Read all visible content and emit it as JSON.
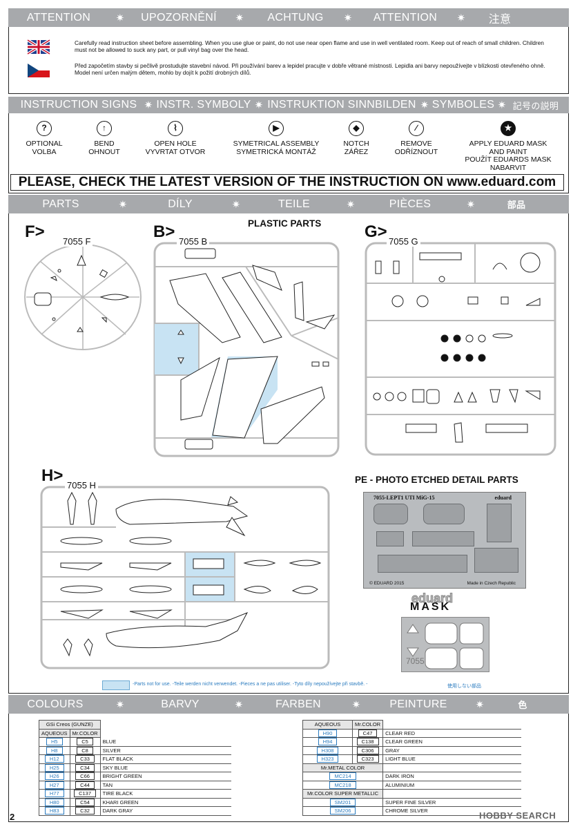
{
  "attention": {
    "labels": [
      "ATTENTION",
      "UPOZORNĚNÍ",
      "ACHTUNG",
      "ATTENTION",
      "注意"
    ],
    "star": "✷",
    "english_text": "Carefully read instruction sheet before assembling. When you use glue or paint, do not use near open flame and use in well ventilated room. Keep out of reach of small children. Children must not be allowed to suck any part, or pull vinyl bag over the head.",
    "czech_text": "Před započetím stavby si pečlivě prostudujte stavební návod. Při používání barev a lepidel pracujte v dobře větrané místnosti. Lepidla ani barvy nepoužívejte v blízkosti otevřeného ohně. Model není určen malým dětem, mohlo by dojít k požití drobných dílů."
  },
  "signs": {
    "labels": [
      "INSTRUCTION SIGNS",
      "INSTR. SYMBOLY",
      "INSTRUKTION SINNBILDEN",
      "SYMBOLES",
      "記号の説明"
    ],
    "items": [
      {
        "icon": "question-icon",
        "glyph": "?",
        "line1": "OPTIONAL",
        "line2": "VOLBA"
      },
      {
        "icon": "bend-icon",
        "glyph": "↑",
        "line1": "BEND",
        "line2": "OHNOUT"
      },
      {
        "icon": "drill-icon",
        "glyph": "⌇",
        "line1": "OPEN HOLE",
        "line2": "VYVRTAT OTVOR"
      },
      {
        "icon": "symmetric-icon",
        "glyph": "▶",
        "line1": "SYMETRICAL ASSEMBLY",
        "line2": "SYMETRICKÁ MONTÁŽ"
      },
      {
        "icon": "notch-icon",
        "glyph": "◆",
        "line1": "NOTCH",
        "line2": "ZÁŘEZ"
      },
      {
        "icon": "remove-icon",
        "glyph": "∕",
        "line1": "REMOVE",
        "line2": "ODŘÍZNOUT"
      },
      {
        "icon": "mask-star-icon",
        "glyph": "★",
        "line1": "APPLY EDUARD MASK",
        "line2": "AND PAINT",
        "line3": "POUŽÍT EDUARDS MASK",
        "line4": "NABARVIT"
      }
    ]
  },
  "check_notice": "PLEASE, CHECK THE LATEST VERSION OF THE INSTRUCTION ON www.eduard.com",
  "parts": {
    "labels": [
      "PARTS",
      "DÍLY",
      "TEILE",
      "PIÈCES",
      "部品"
    ],
    "plastic_heading": "PLASTIC PARTS",
    "sprues": {
      "F": {
        "letter": "F>",
        "code": "7055 F"
      },
      "B": {
        "letter": "B>",
        "code": "7055 B"
      },
      "G": {
        "letter": "G>",
        "code": "7055 G"
      },
      "H": {
        "letter": "H>",
        "code": "7055 H"
      }
    },
    "pe_heading": "PE - PHOTO ETCHED DETAIL PARTS",
    "pe_title": "7055-LEPT1   UTI MiG-15",
    "pe_brand": "eduard",
    "pe_copyright": "© EDUARD 2015",
    "pe_made_in": "Made in Czech Republic",
    "mask_brand": "eduard",
    "mask_word": "MASK",
    "mask_code": "7055",
    "legend_text": "-Parts not for use. -Teile werden nicht verwendet. -Pieces a ne pas utiliser. -Tyto díly nepoužívejte při stavbě. -",
    "legend_jp": "使用しない部品"
  },
  "colours": {
    "labels": [
      "COLOURS",
      "BARVY",
      "FARBEN",
      "PEINTURE",
      "色"
    ],
    "left_table": {
      "brand": "GSi Creos (GUNZE)",
      "aqueous_header": "AQUEOUS",
      "mrcolor_header": "Mr.COLOR",
      "rows": [
        {
          "aq": "H5",
          "mr": "C5",
          "name": "BLUE"
        },
        {
          "aq": "H8",
          "mr": "C8",
          "name": "SILVER"
        },
        {
          "aq": "H12",
          "mr": "C33",
          "name": "FLAT BLACK"
        },
        {
          "aq": "H25",
          "mr": "C34",
          "name": "SKY BLUE"
        },
        {
          "aq": "H26",
          "mr": "C66",
          "name": "BRIGHT GREEN"
        },
        {
          "aq": "H27",
          "mr": "C44",
          "name": "TAN"
        },
        {
          "aq": "H77",
          "mr": "C137",
          "name": "TIRE BLACK"
        },
        {
          "aq": "H80",
          "mr": "C54",
          "name": "KHARI GREEN"
        },
        {
          "aq": "H83",
          "mr": "C32",
          "name": "DARK GRAY"
        }
      ]
    },
    "right_table": {
      "aqueous_header": "AQUEOUS",
      "mrcolor_header": "Mr.COLOR",
      "rows": [
        {
          "aq": "H90",
          "mr": "C47",
          "name": "CLEAR RED"
        },
        {
          "aq": "H94",
          "mr": "C138",
          "name": "CLEAR GREEN"
        },
        {
          "aq": "H308",
          "mr": "C306",
          "name": "GRAY"
        },
        {
          "aq": "H323",
          "mr": "C323",
          "name": "LIGHT BLUE"
        }
      ],
      "metal_header": "Mr.METAL COLOR",
      "metal_rows": [
        {
          "code": "MC214",
          "name": "DARK IRON"
        },
        {
          "code": "MC218",
          "name": "ALUMINIUM"
        }
      ],
      "super_header": "Mr.COLOR SUPER METALLIC",
      "super_rows": [
        {
          "code": "SM201",
          "name": "SUPER FINE SILVER"
        },
        {
          "code": "SM206",
          "name": "CHROME SILVER"
        }
      ]
    }
  },
  "page_number": "2",
  "watermark": "HOBBY SEARCH",
  "colors": {
    "banner": "#a7a9ac",
    "highlight": "#c8e3f3",
    "aqueous_blue": "#2a7bbf",
    "sprue": "#bbbbbb"
  }
}
